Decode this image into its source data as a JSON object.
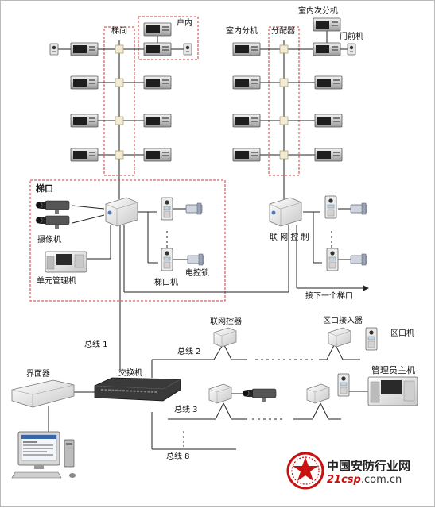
{
  "labels": {
    "stairwell": "梯间",
    "household": "户内",
    "indoor_ext": "室内分机",
    "splitter": "分配器",
    "indoor_sub": "室内次分机",
    "door_unit": "门前机",
    "stair_entry": "梯口",
    "camera": "摄像机",
    "unit_manager": "单元管理机",
    "stair_unit": "梯口机",
    "electric_lock": "电控锁",
    "network_ctrl_1": "联 网 控 制",
    "next_stair": "接下一个梯口",
    "bus1": "总线 1",
    "network_ctrl_2": "联网控器",
    "zone_access": "区口接入器",
    "zone_unit": "区口机",
    "bus2": "总线 2",
    "firewall": "界面器",
    "switch": "交换机",
    "manager_host": "管理员主机",
    "bus3": "总线 3",
    "bus8": "总线 8"
  },
  "watermark": {
    "name": "中国安防行业网",
    "domain_prefix": "21csp",
    "domain_suffix": ".com.cn"
  },
  "colors": {
    "dashed_box": "#d23a3a",
    "line": "#222222",
    "watermark_red": "#c81010"
  }
}
